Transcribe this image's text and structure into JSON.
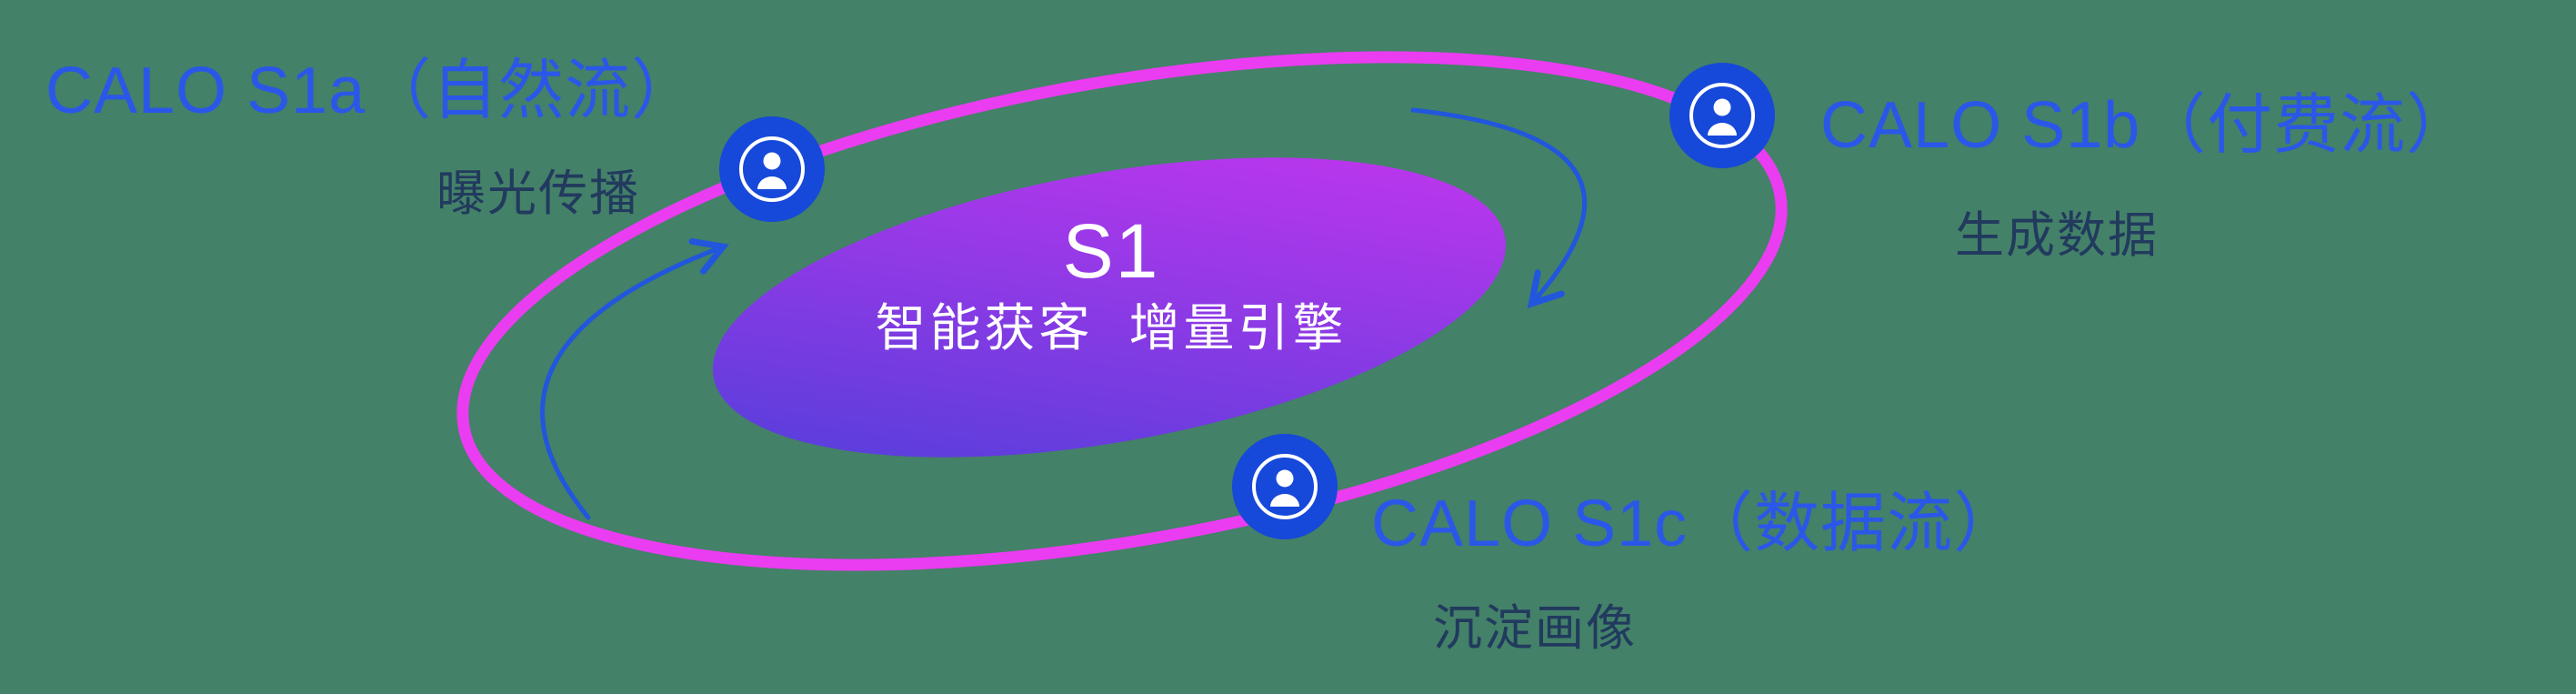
{
  "diagram": {
    "center": {
      "title": "S1",
      "subtitle": "智能获客  增量引擎"
    },
    "nodes": [
      {
        "title": "CALO S1a（自然流）",
        "subtitle": "曝光传播"
      },
      {
        "title": "CALO S1b（付费流）",
        "subtitle": "生成数据"
      },
      {
        "title": "CALO S1c（数据流）",
        "subtitle": "沉淀画像"
      }
    ],
    "colors": {
      "background_green": "#438168",
      "accent_blue": "#2b57e8",
      "dark_text": "#223a5e",
      "orbit_magenta": "#ea3cf0",
      "node_blue": "#1648da",
      "arrow_blue": "#2156dd",
      "gradient_start": "#4b3fd9",
      "gradient_end": "#cb35f0",
      "icon_white": "#ffffff"
    },
    "icons": {
      "node_icon": "user-in-circle-icon"
    }
  }
}
